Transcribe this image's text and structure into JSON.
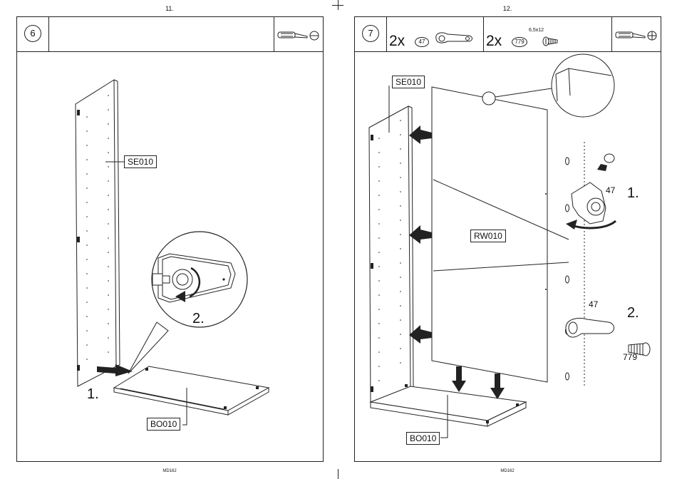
{
  "pages": [
    {
      "page_number": "11.",
      "footer": "MD162",
      "step": "6",
      "labels": {
        "side_panel": "SE010",
        "bottom_panel": "BO010"
      },
      "callouts": {
        "one": "1.",
        "two": "2."
      },
      "tool_icons": [
        "screwdriver-icon",
        "flat-head-icon"
      ]
    },
    {
      "page_number": "12.",
      "footer": "MD162",
      "step": "7",
      "parts": [
        {
          "qty": "2x",
          "id": "47"
        },
        {
          "qty": "2x",
          "id": "779",
          "size": "6,5x12"
        }
      ],
      "labels": {
        "side_panel": "SE010",
        "back_panel": "RW010",
        "bottom_panel": "BO010"
      },
      "callouts": {
        "one": "1.",
        "two": "2."
      },
      "detail_part_numbers": {
        "cam_top": "47",
        "cam_bottom": "47",
        "screw": "779"
      },
      "tool_icons": [
        "screwdriver-icon",
        "phillips-head-icon"
      ]
    }
  ]
}
